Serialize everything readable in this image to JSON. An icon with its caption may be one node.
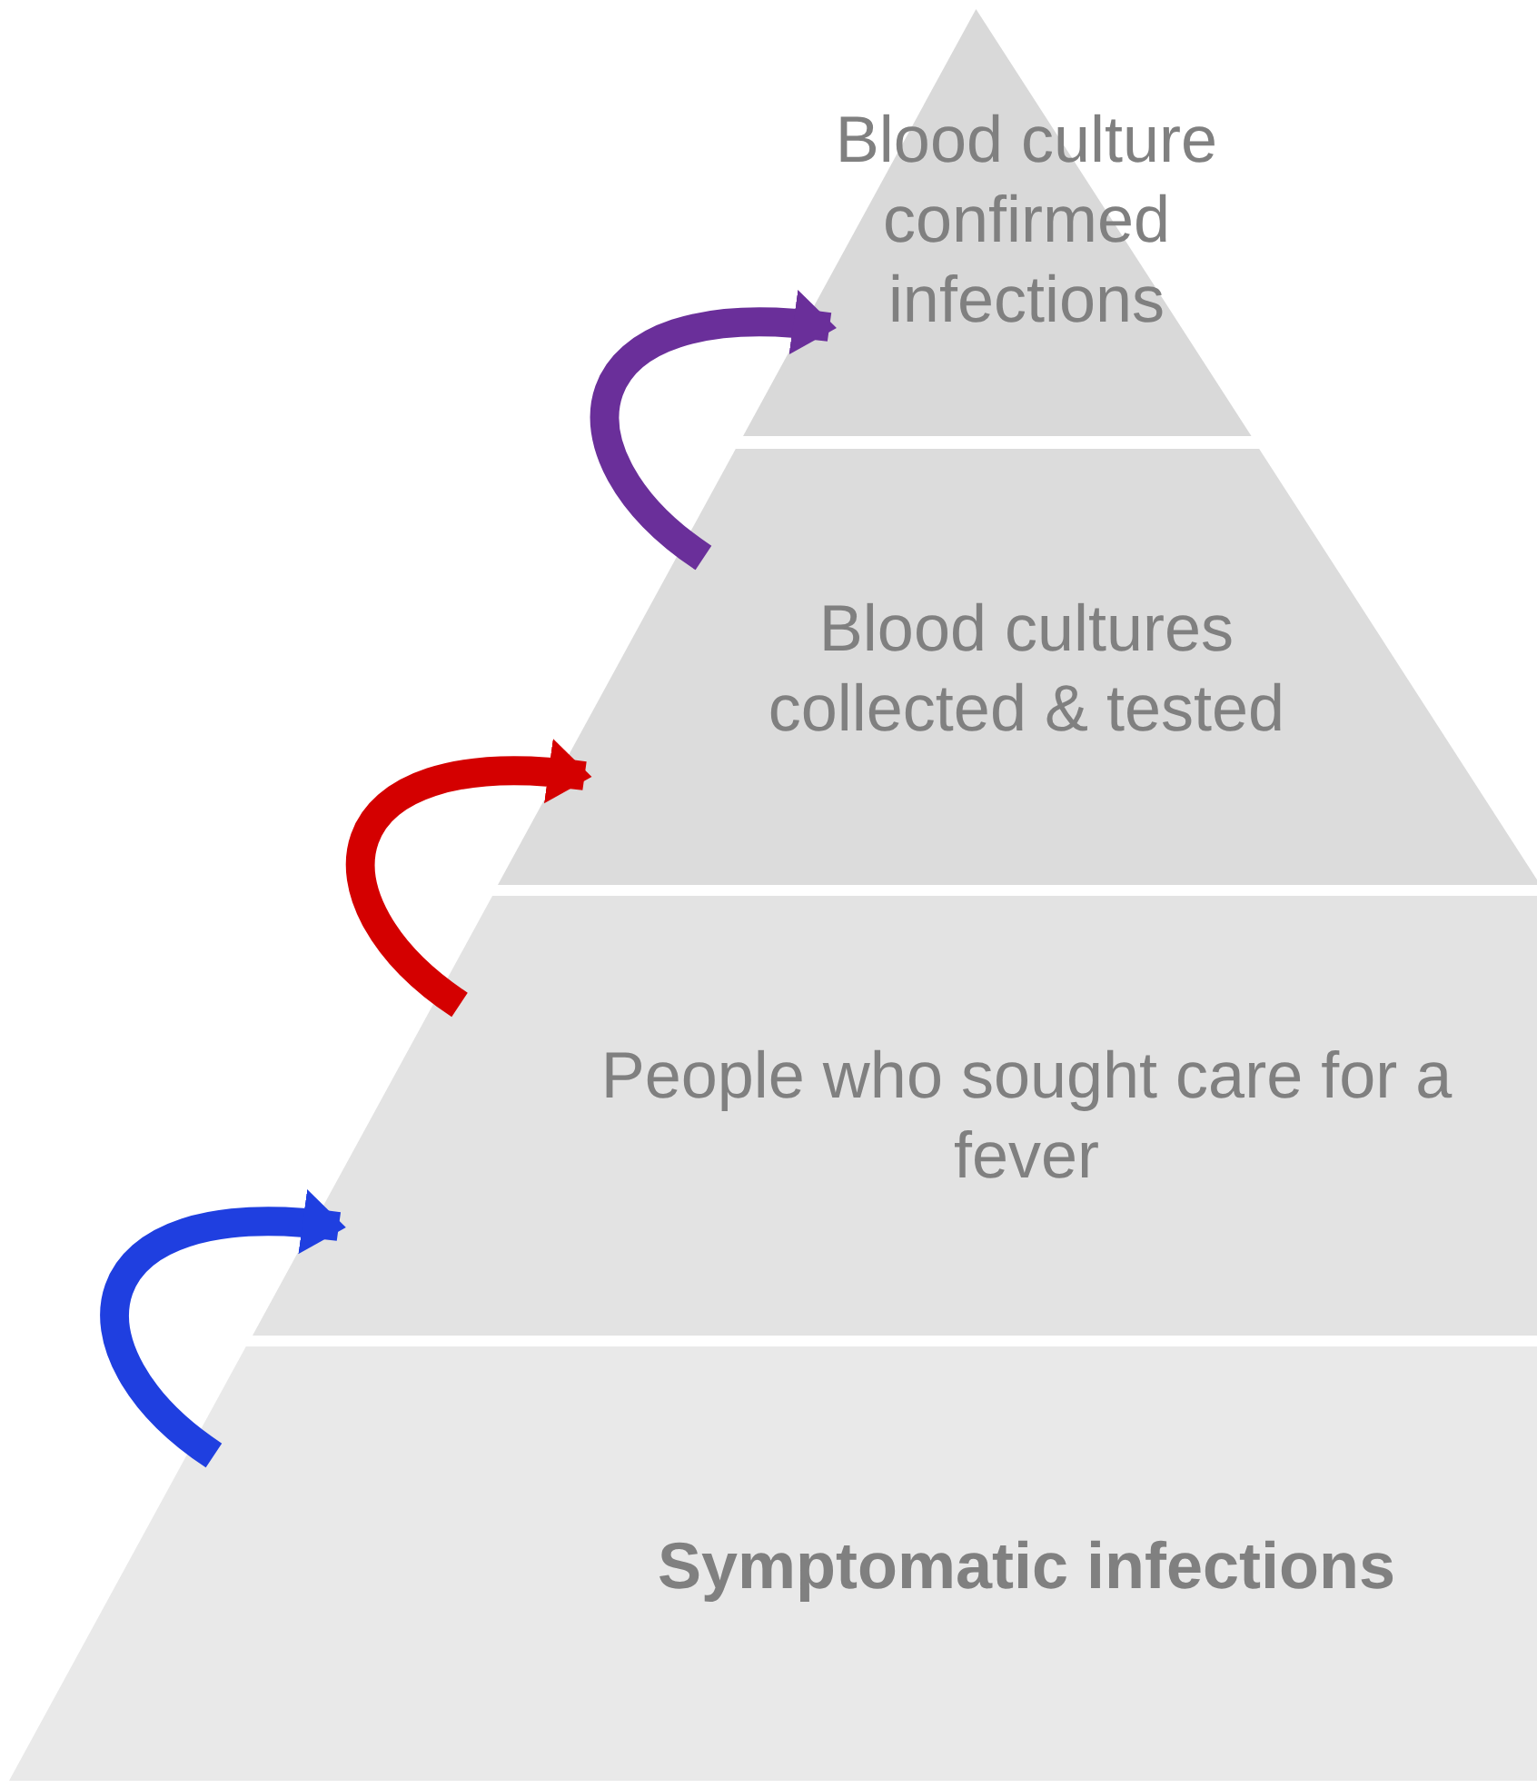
{
  "diagram": {
    "nodes": [
      {
        "text": [
          "Blood culture confirmed infections"
        ]
      },
      {
        "text": [
          "Blood cultures collected & tested"
        ]
      },
      {
        "text": [
          "People who sought care for a fever"
        ]
      },
      {
        "text": [
          "Symptomatic infections"
        ]
      }
    ],
    "edges": [
      {
        "from": 3,
        "to": 2,
        "arrow": "to",
        "color": "#1f3fe0"
      },
      {
        "from": 2,
        "to": 1,
        "arrow": "to",
        "color": "#d40000"
      },
      {
        "from": 1,
        "to": 0,
        "arrow": "to",
        "color": "#6a2f9a"
      }
    ]
  }
}
